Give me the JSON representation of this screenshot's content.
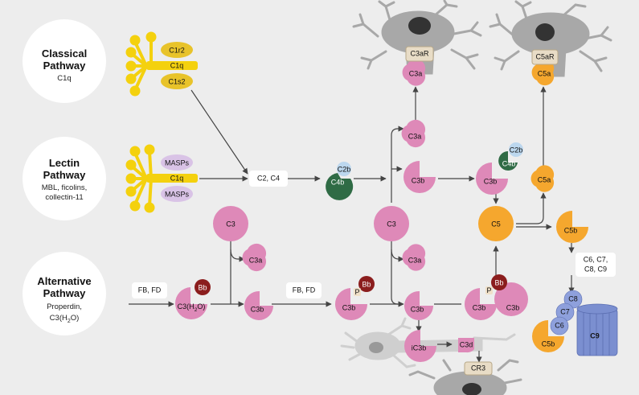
{
  "pathways": {
    "classical": {
      "title_line1": "Classical",
      "title_line2": "Pathway",
      "sub_line1": "C1q"
    },
    "lectin": {
      "title_line1": "Lectin",
      "title_line2": "Pathway",
      "sub_line1": "MBL, ficolins,",
      "sub_line2": "collectin-11"
    },
    "alternative": {
      "title_line1": "Alternative",
      "title_line2": "Pathway",
      "sub_line1": "Properdin,",
      "sub_line2": "C3(H",
      "sub_line2_sub": "2",
      "sub_line2_end": "O)"
    }
  },
  "classical_complex": {
    "c1r2": "C1r2",
    "c1q": "C1q",
    "c1s2": "C1s2"
  },
  "lectin_complex": {
    "masps_top": "MASPs",
    "c1q": "C1q",
    "masps_bottom": "MASPs"
  },
  "boxes": {
    "c2_c4": "C2, C4",
    "fb_fd_1": "FB, FD",
    "fb_fd_2": "FB, FD",
    "c6_c9_line1": "C6, C7,",
    "c6_c9_line2": "C8, C9"
  },
  "molecules": {
    "c4b": "C4b",
    "c2b": "C2b",
    "c3_top": "C3",
    "c3_mid": "C3",
    "c3a_1": "C3a",
    "c3b_1": "C3b",
    "c3a_2": "C3a",
    "c3b_2": "C3b",
    "c3a_3": "C3a",
    "c3b_3": "C3b",
    "c3a_top": "C3a",
    "c3b_top": "C3b",
    "c3h2o": "C3(H",
    "c3h2o_sub": "2",
    "c3h2o_end": "O)",
    "bb_1": "Bb",
    "bb_2": "Bb",
    "bb_3": "Bb",
    "p_1": "P",
    "p_2": "P",
    "c3b_conv": "C3b",
    "c3b_conv2_left": "C3b",
    "c3b_conv2_right": "C3b",
    "c3b_c5conv": "C3b",
    "c4b_2": "C4b",
    "c2b_2": "C2b",
    "c5": "C5",
    "c5a": "C5a",
    "c5b": "C5b",
    "c5a_top": "C5a",
    "ic3b": "iC3b",
    "c3d": "C3d",
    "cr3": "CR3",
    "c3ar": "C3aR",
    "c5ar": "C5aR",
    "mac_c8": "C8",
    "mac_c7": "C7",
    "mac_c6": "C6",
    "mac_c9": "C9",
    "mac_c5b": "C5b"
  },
  "colors": {
    "background": "#ededed",
    "c1_yellow": "#f4d10e",
    "c1_oval": "#e8c32a",
    "masp_lilac": "#d9c3e6",
    "c3_pink": "#de89b8",
    "c5_orange": "#f5a72e",
    "bb_red": "#8b1d1d",
    "c4b_green": "#2f6b45",
    "c2b_blue": "#bcd7ee",
    "mac_blue": "#7b8fd0",
    "neuron_grey": "#a8a8a8"
  }
}
